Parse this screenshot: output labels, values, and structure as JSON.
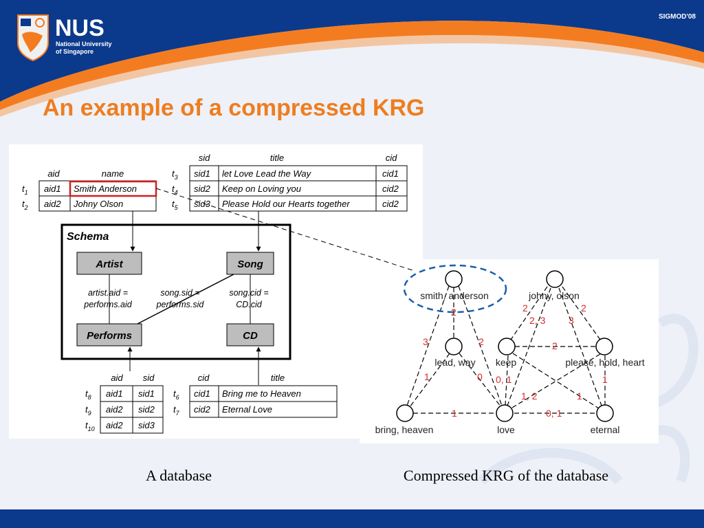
{
  "header": {
    "logo": {
      "wordmark": "NUS",
      "line1": "National University",
      "line2": "of Singapore"
    },
    "conference": "SIGMOD'08"
  },
  "slide_title": "An example of a compressed KRG",
  "database": {
    "artist_table": {
      "columns": [
        "aid",
        "name"
      ],
      "rows": [
        {
          "tuple": "t",
          "sub": "1",
          "aid": "aid1",
          "name": "Smith Anderson"
        },
        {
          "tuple": "t",
          "sub": "2",
          "aid": "aid2",
          "name": "Johny Olson"
        }
      ]
    },
    "song_table": {
      "columns": [
        "sid",
        "title",
        "cid"
      ],
      "rows": [
        {
          "tuple": "t",
          "sub": "3",
          "sid": "sid1",
          "title": "let Love Lead the Way",
          "cid": "cid1"
        },
        {
          "tuple": "t",
          "sub": "4",
          "sid": "sid2",
          "title": "Keep on Loving you",
          "cid": "cid2"
        },
        {
          "tuple": "t",
          "sub": "5",
          "sid": "sid3",
          "title": "Please Hold our Hearts together",
          "cid": "cid2"
        }
      ]
    },
    "performs_table": {
      "columns": [
        "aid",
        "sid"
      ],
      "rows": [
        {
          "tuple": "t",
          "sub": "8",
          "aid": "aid1",
          "sid": "sid1"
        },
        {
          "tuple": "t",
          "sub": "9",
          "aid": "aid2",
          "sid": "sid2"
        },
        {
          "tuple": "t",
          "sub": "10",
          "aid": "aid2",
          "sid": "sid3"
        }
      ]
    },
    "cd_table": {
      "columns": [
        "cid",
        "title"
      ],
      "rows": [
        {
          "tuple": "t",
          "sub": "6",
          "cid": "cid1",
          "title": "Bring me to Heaven"
        },
        {
          "tuple": "t",
          "sub": "7",
          "cid": "cid2",
          "title": "Eternal Love"
        }
      ]
    },
    "schema": {
      "label": "Schema",
      "entities": [
        "Artist",
        "Song",
        "Performs",
        "CD"
      ],
      "joins": {
        "artist_performs": [
          "artist.aid =",
          "performs.aid"
        ],
        "song_performs": [
          "song.sid =",
          "performs.sid"
        ],
        "song_cd": [
          "song.cid =",
          "CD.cid"
        ]
      }
    }
  },
  "krg": {
    "nodes": [
      "smith, anderson",
      "johny, olson",
      "lead, way",
      "keep",
      "please, hold, heart",
      "bring, heaven",
      "love",
      "eternal"
    ],
    "edge_labels": [
      "2",
      "3",
      "2",
      "1",
      "0",
      "2",
      "2, 3",
      "3",
      "2",
      "2",
      "0, 1",
      "1",
      "1, 2",
      "1",
      "1",
      "0, 1"
    ]
  },
  "captions": {
    "left": "A database",
    "right": "Compressed KRG of the database"
  },
  "colors": {
    "banner_blue": "#0b3a8c",
    "accent_orange": "#f47c20",
    "title_orange": "#ef7d1f",
    "edge_label_red": "#d42a2a",
    "highlight_red": "#d21f1f",
    "ellipse_blue": "#1a5fa8",
    "schema_box_gray": "#bdbdbd"
  }
}
